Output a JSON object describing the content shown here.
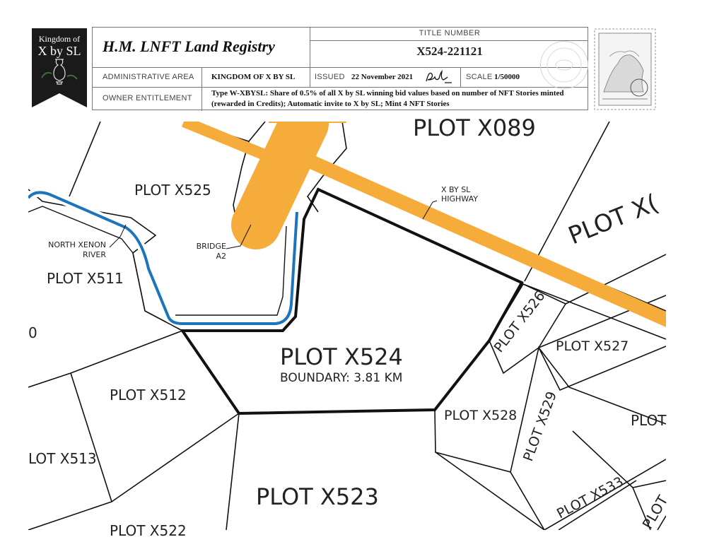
{
  "badge": {
    "line1": "Kingdom of",
    "line2": "X by SL"
  },
  "header": {
    "registry_title": "H.M. LNFT Land Registry",
    "title_number_label": "TITLE NUMBER",
    "title_number": "X524-221121",
    "admin_area_label": "ADMINISTRATIVE AREA",
    "admin_area_value": "KINGDOM OF X BY SL",
    "issued_label": "ISSUED",
    "issued_value": "22 November 2021",
    "scale_label": "SCALE",
    "scale_value": "1/50000",
    "owner_label": "OWNER ENTITLEMENT",
    "owner_value": "Type W-XBYSL: Share of 0.5% of all X by SL winning bid values based on number of NFT Stories minted (rewarded in Credits); Automatic invite to X by SL; Mint 4 NFT Stories"
  },
  "map": {
    "plots": {
      "x089": "PLOT X089",
      "x525": "PLOT X525",
      "x511": "PLOT X511",
      "x524": "PLOT X524",
      "x524_boundary": "BOUNDARY: 3.81 KM",
      "x526": "PLOT X526",
      "x527": "PLOT X527",
      "x512": "PLOT X512",
      "x528": "PLOT X528",
      "x529": "PLOT X529",
      "x513": "LOT X513",
      "x523": "PLOT X523",
      "x533": "PLOT X533",
      "x522": "PLOT X522",
      "right_top": "PLOT X(",
      "right_mid": "PLOT",
      "right_low": "PLOT",
      "left_cut": "0"
    },
    "features": {
      "river_line1": "NORTH XENON",
      "river_line2": "RIVER",
      "bridge_line1": "BRIDGE",
      "bridge_line2": "A2",
      "highway_line1": "X BY SL",
      "highway_line2": "HIGHWAY"
    },
    "colors": {
      "highway": "#F5AC3A",
      "river": "#1C75BC",
      "boundary": "#111111"
    }
  }
}
